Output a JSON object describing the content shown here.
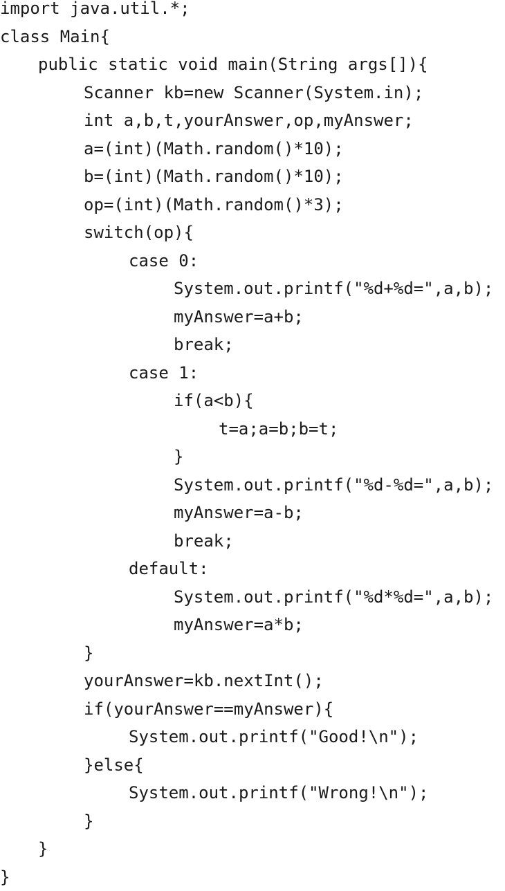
{
  "lines": [
    {
      "indent": 0,
      "text": "import java.util.*;"
    },
    {
      "indent": 0,
      "text": "class Main{"
    },
    {
      "indent": 1,
      "text": "public static void main(String args[]){"
    },
    {
      "indent": 2,
      "text": "Scanner kb=new Scanner(System.in);"
    },
    {
      "indent": 2,
      "text": "int a,b,t,yourAnswer,op,myAnswer;"
    },
    {
      "indent": 2,
      "text": "a=(int)(Math.random()*10);"
    },
    {
      "indent": 2,
      "text": "b=(int)(Math.random()*10);"
    },
    {
      "indent": 2,
      "text": "op=(int)(Math.random()*3);"
    },
    {
      "indent": 2,
      "text": "switch(op){"
    },
    {
      "indent": 3,
      "text": "case 0:"
    },
    {
      "indent": 4,
      "text": "System.out.printf(\"%d+%d=\",a,b);"
    },
    {
      "indent": 4,
      "text": "myAnswer=a+b;"
    },
    {
      "indent": 4,
      "text": "break;"
    },
    {
      "indent": 3,
      "text": "case 1:"
    },
    {
      "indent": 4,
      "text": "if(a<b){"
    },
    {
      "indent": 5,
      "text": "t=a;a=b;b=t;"
    },
    {
      "indent": 4,
      "text": "}"
    },
    {
      "indent": 4,
      "text": "System.out.printf(\"%d-%d=\",a,b);"
    },
    {
      "indent": 4,
      "text": "myAnswer=a-b;"
    },
    {
      "indent": 4,
      "text": "break;"
    },
    {
      "indent": 3,
      "text": "default:"
    },
    {
      "indent": 4,
      "text": "System.out.printf(\"%d*%d=\",a,b);"
    },
    {
      "indent": 4,
      "text": "myAnswer=a*b;"
    },
    {
      "indent": 2,
      "text": "}"
    },
    {
      "indent": 2,
      "text": "yourAnswer=kb.nextInt();"
    },
    {
      "indent": 2,
      "text": "if(yourAnswer==myAnswer){"
    },
    {
      "indent": 3,
      "text": "System.out.printf(\"Good!\\n\");"
    },
    {
      "indent": 2,
      "text": "}else{"
    },
    {
      "indent": 3,
      "text": "System.out.printf(\"Wrong!\\n\");"
    },
    {
      "indent": 2,
      "text": "}"
    },
    {
      "indent": 1,
      "text": "}"
    },
    {
      "indent": 0,
      "text": "}"
    }
  ]
}
